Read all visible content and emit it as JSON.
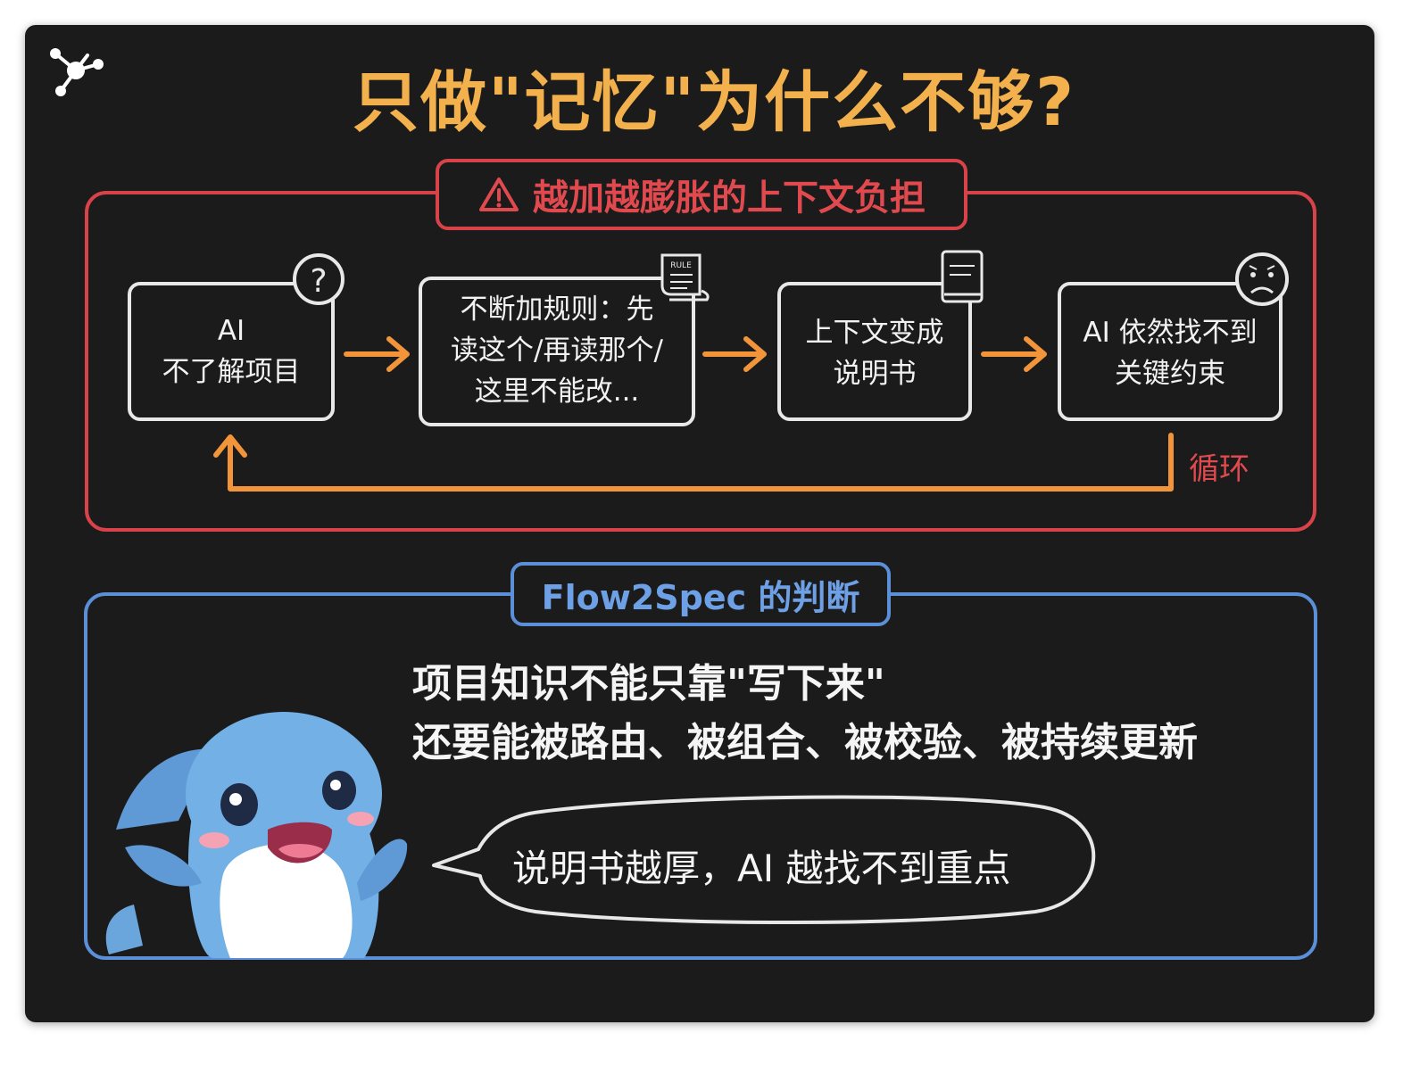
{
  "title": "只做\"记忆\"为什么不够?",
  "problem_section": {
    "label": "越加越膨胀的上下文负担",
    "nodes": [
      {
        "lines": [
          "AI",
          "不了解项目"
        ],
        "icon": "question-mark-icon"
      },
      {
        "lines": [
          "不断加规则：先",
          "读这个/再读那个/",
          "这里不能改..."
        ],
        "icon": "scroll-icon",
        "icon_text": "RULE"
      },
      {
        "lines": [
          "上下文变成",
          "说明书"
        ],
        "icon": "book-icon"
      },
      {
        "lines": [
          "AI 依然找不到",
          "关键约束"
        ],
        "icon": "worried-face-icon"
      }
    ],
    "loop_label": "循环"
  },
  "judgment_section": {
    "label": "Flow2Spec 的判断",
    "statement_line1": "项目知识不能只靠\"写下来\"",
    "statement_line2": "还要能被路由、被组合、被校验、被持续更新",
    "speech_bubble": "说明书越厚，AI 越找不到重点"
  },
  "colors": {
    "background": "#1b1b1c",
    "title": "#f3b14d",
    "problem_border": "#d8434a",
    "judgment_border": "#5b8fd8",
    "arrow": "#f2943a",
    "chalk": "#e8e8e8"
  },
  "icons": [
    "network-logo-icon",
    "warning-icon",
    "dolphin-mascot"
  ]
}
